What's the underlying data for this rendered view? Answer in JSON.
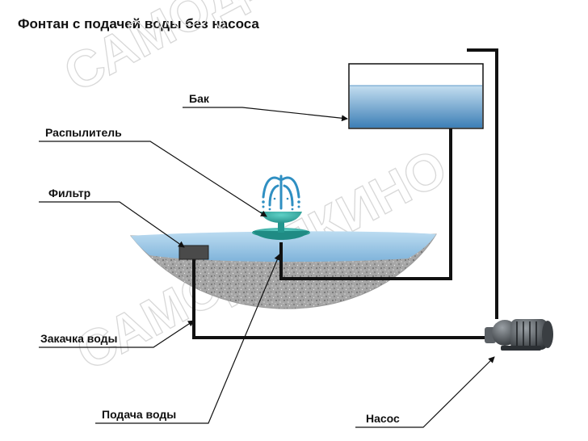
{
  "title": "Фонтан с подачей воды без насоса",
  "watermark": "САМОДЕЛКИНО",
  "labels": {
    "tank": "Бак",
    "sprayer": "Распылитель",
    "filter": "Фильтр",
    "intake": "Закачка воды",
    "supply": "Подача воды",
    "pump": "Насос"
  },
  "colors": {
    "water_top": "#a9cfe9",
    "water_bottom": "#3d7fb6",
    "fountain": "#2aa39b",
    "spray": "#2f8fc2",
    "stone": "#8e8e8e",
    "pipe": "#111111"
  }
}
